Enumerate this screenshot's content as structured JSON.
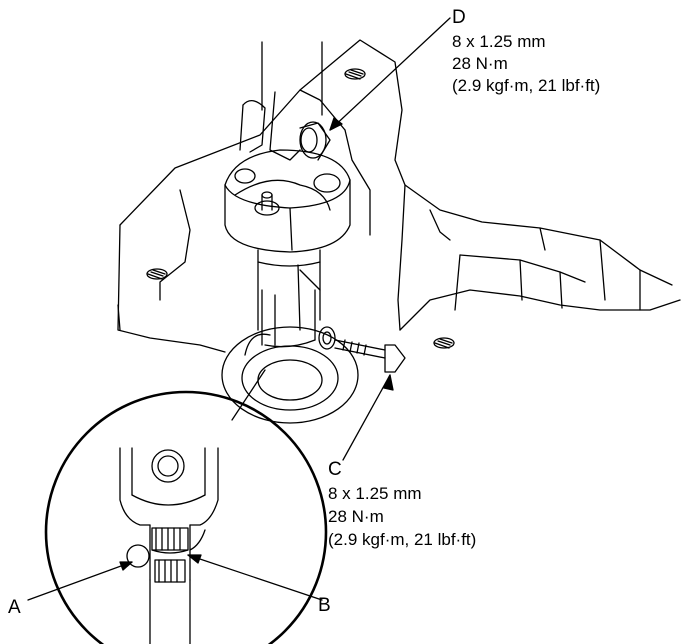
{
  "callouts": {
    "D": {
      "letter": "D",
      "size": "8 x 1.25 mm",
      "torque": "28 N·m",
      "alt": "(2.9 kgf·m, 21 lbf·ft)"
    },
    "C": {
      "letter": "C",
      "size": "8 x 1.25 mm",
      "torque": "28 N·m",
      "alt": "(2.9 kgf·m, 21 lbf·ft)"
    },
    "A": {
      "letter": "A"
    },
    "B": {
      "letter": "B"
    }
  },
  "colors": {
    "line": "#000000",
    "background": "#ffffff"
  }
}
